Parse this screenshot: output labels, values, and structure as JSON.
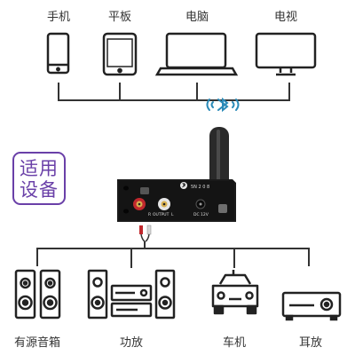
{
  "sources": [
    {
      "label": "手机",
      "icon": "smartphone-icon"
    },
    {
      "label": "平板",
      "icon": "tablet-icon"
    },
    {
      "label": "电脑",
      "icon": "laptop-icon"
    },
    {
      "label": "电视",
      "icon": "tv-icon"
    }
  ],
  "badge": {
    "line1": "适用",
    "line2": "设备"
  },
  "device": {
    "version_text": "5N 2 0 8",
    "output_label": "OUTPUT",
    "r_label": "R",
    "l_label": "L",
    "dc_label": "DC 12V",
    "icon": "bluetooth-receiver-icon"
  },
  "outputs": [
    {
      "label": "有源音箱",
      "icon": "powered-speakers-icon"
    },
    {
      "label": "功放",
      "icon": "amplifier-icon"
    },
    {
      "label": "车机",
      "icon": "car-icon"
    },
    {
      "label": "耳放",
      "icon": "headphone-amp-icon"
    }
  ],
  "colors": {
    "line": "#333333",
    "icon": "#222222",
    "badge": "#6a40a8",
    "bluetooth": "#2a8ab8",
    "rca_red": "#c0282d",
    "rca_white": "#e6e6e6"
  }
}
